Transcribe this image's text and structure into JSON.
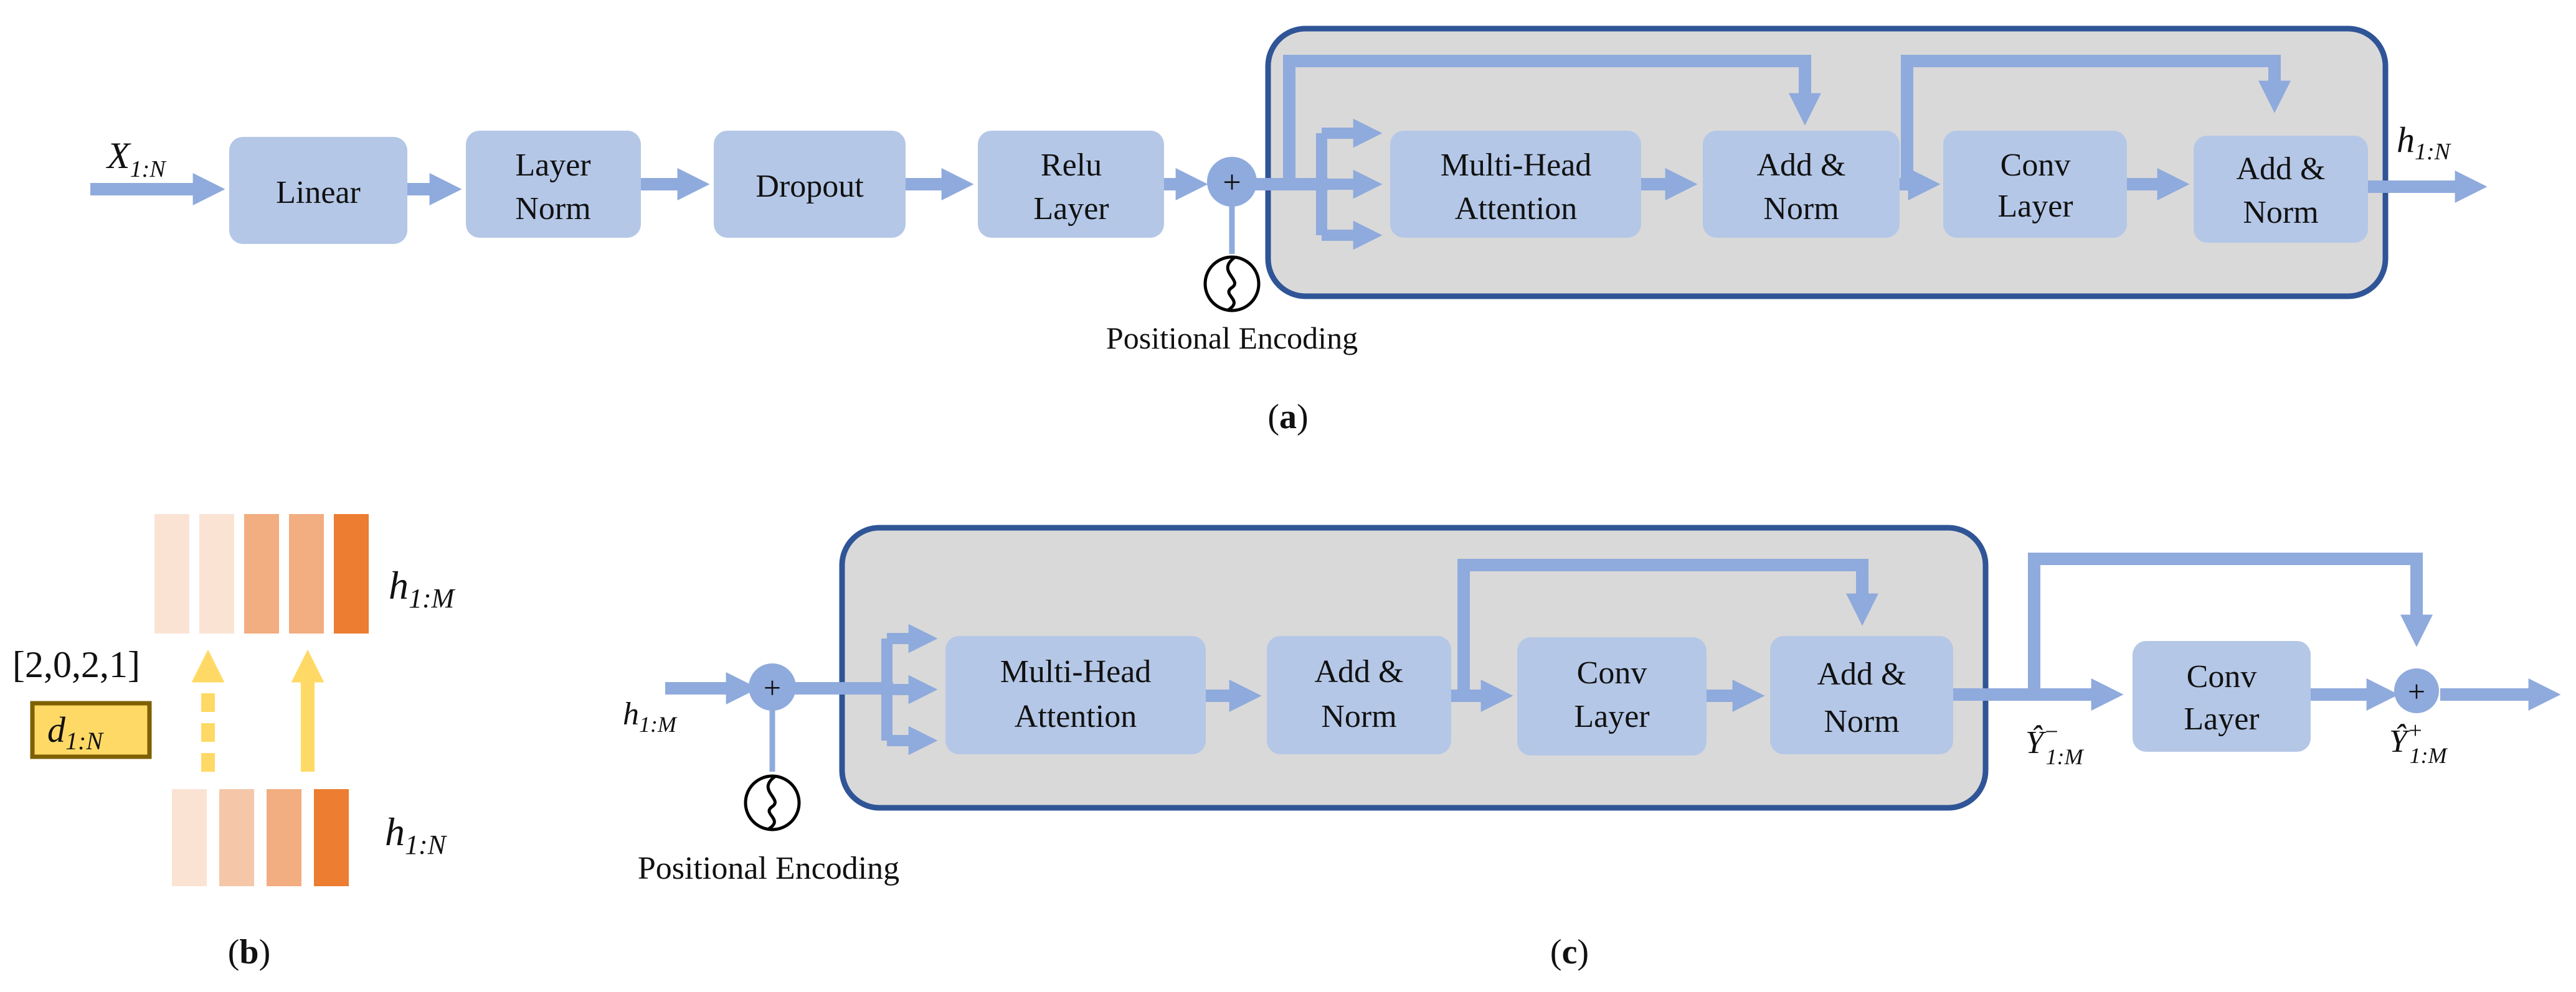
{
  "panel_a": {
    "input_label": "X",
    "input_sub": "1:N",
    "blocks": {
      "linear": "Linear",
      "layer_norm_1": "Layer",
      "layer_norm_2": "Norm",
      "dropout": "Dropout",
      "relu_1": "Relu",
      "relu_2": "Layer",
      "mha_1": "Multi-Head",
      "mha_2": "Attention",
      "addnorm1_1": "Add &",
      "addnorm1_2": "Norm",
      "conv_1": "Conv",
      "conv_2": "Layer",
      "addnorm2_1": "Add &",
      "addnorm2_2": "Norm"
    },
    "plus_sign": "+",
    "pos_enc_label": "Positional Encoding",
    "output_label": "h",
    "output_sub": "1:N",
    "caption_open": "(",
    "caption_letter": "a",
    "caption_close": ")"
  },
  "panel_b": {
    "top_label": "h",
    "top_sub": "1:M",
    "duration_values": "[2,0,2,1]",
    "duration_label": "d",
    "duration_sub": "1:N",
    "bottom_label": "h",
    "bottom_sub": "1:N",
    "caption_open": "(",
    "caption_letter": "b",
    "caption_close": ")",
    "colors": {
      "top_bars": [
        "#fbe3d4",
        "#fbe3d4",
        "#f2ad80",
        "#f2ad80",
        "#ec7d31"
      ],
      "bottom_bars": [
        "#fbe3d4",
        "#f5c7a8",
        "#f2ad80",
        "#ec7d31"
      ],
      "arrow": "#ffd966",
      "duration_box": "#ffd966",
      "duration_border": "#7f6000"
    }
  },
  "panel_c": {
    "input_label": "h",
    "input_sub": "1:M",
    "plus_sign": "+",
    "pos_enc_label": "Positional Encoding",
    "blocks": {
      "mha_1": "Multi-Head",
      "mha_2": "Attention",
      "addnorm1_1": "Add &",
      "addnorm1_2": "Norm",
      "conv_1": "Conv",
      "conv_2": "Layer",
      "addnorm2_1": "Add &",
      "addnorm2_2": "Norm",
      "post_conv_1": "Conv",
      "post_conv_2": "Layer"
    },
    "y_minus_label": "Ŷ",
    "y_minus_sup": "−",
    "y_minus_sub": "1:M",
    "plus_sign_2": "+",
    "y_plus_label": "Ŷ",
    "y_plus_sup": "+",
    "y_plus_sub": "1:M",
    "caption_open": "(",
    "caption_letter": "c",
    "caption_close": ")"
  },
  "colors": {
    "block_fill": "#b4c7e7",
    "arrow": "#8faadc",
    "panel_fill": "#d9d9d9",
    "panel_border": "#2f5597"
  }
}
